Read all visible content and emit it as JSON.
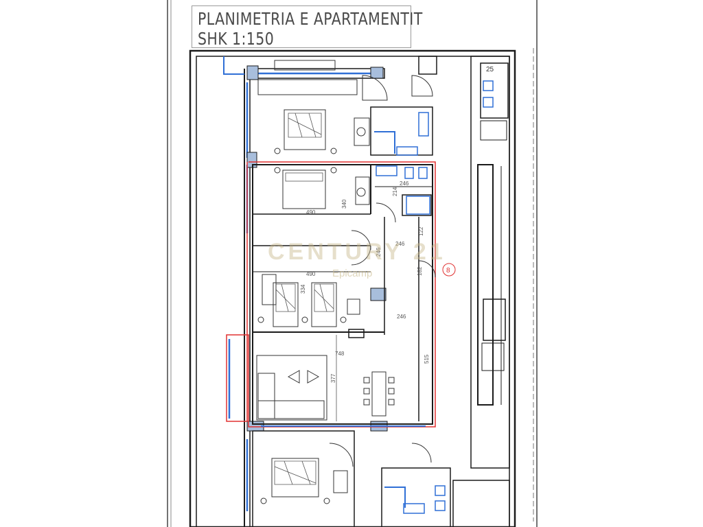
{
  "title": {
    "line1": "PLANIMETRIA E APARTAMENTIT",
    "line2": "SHK 1:150"
  },
  "watermark": {
    "brand": "CENTURY 21",
    "sub": "Epicamp"
  },
  "unit_marker": "8",
  "corner_label": "25",
  "dimensions": {
    "d246a": "246",
    "d214": "214",
    "d490a": "490",
    "d340": "340",
    "d246b": "246",
    "d122": "122",
    "d246c": "246",
    "d490b": "490",
    "d334": "334",
    "d182": "182",
    "d246d": "246",
    "d748": "748",
    "d377": "377",
    "d515": "515"
  },
  "colors": {
    "wall": "#1a1a1a",
    "window": "#2f6fd6",
    "outline": "#e03030",
    "column": "#a8bedc"
  }
}
